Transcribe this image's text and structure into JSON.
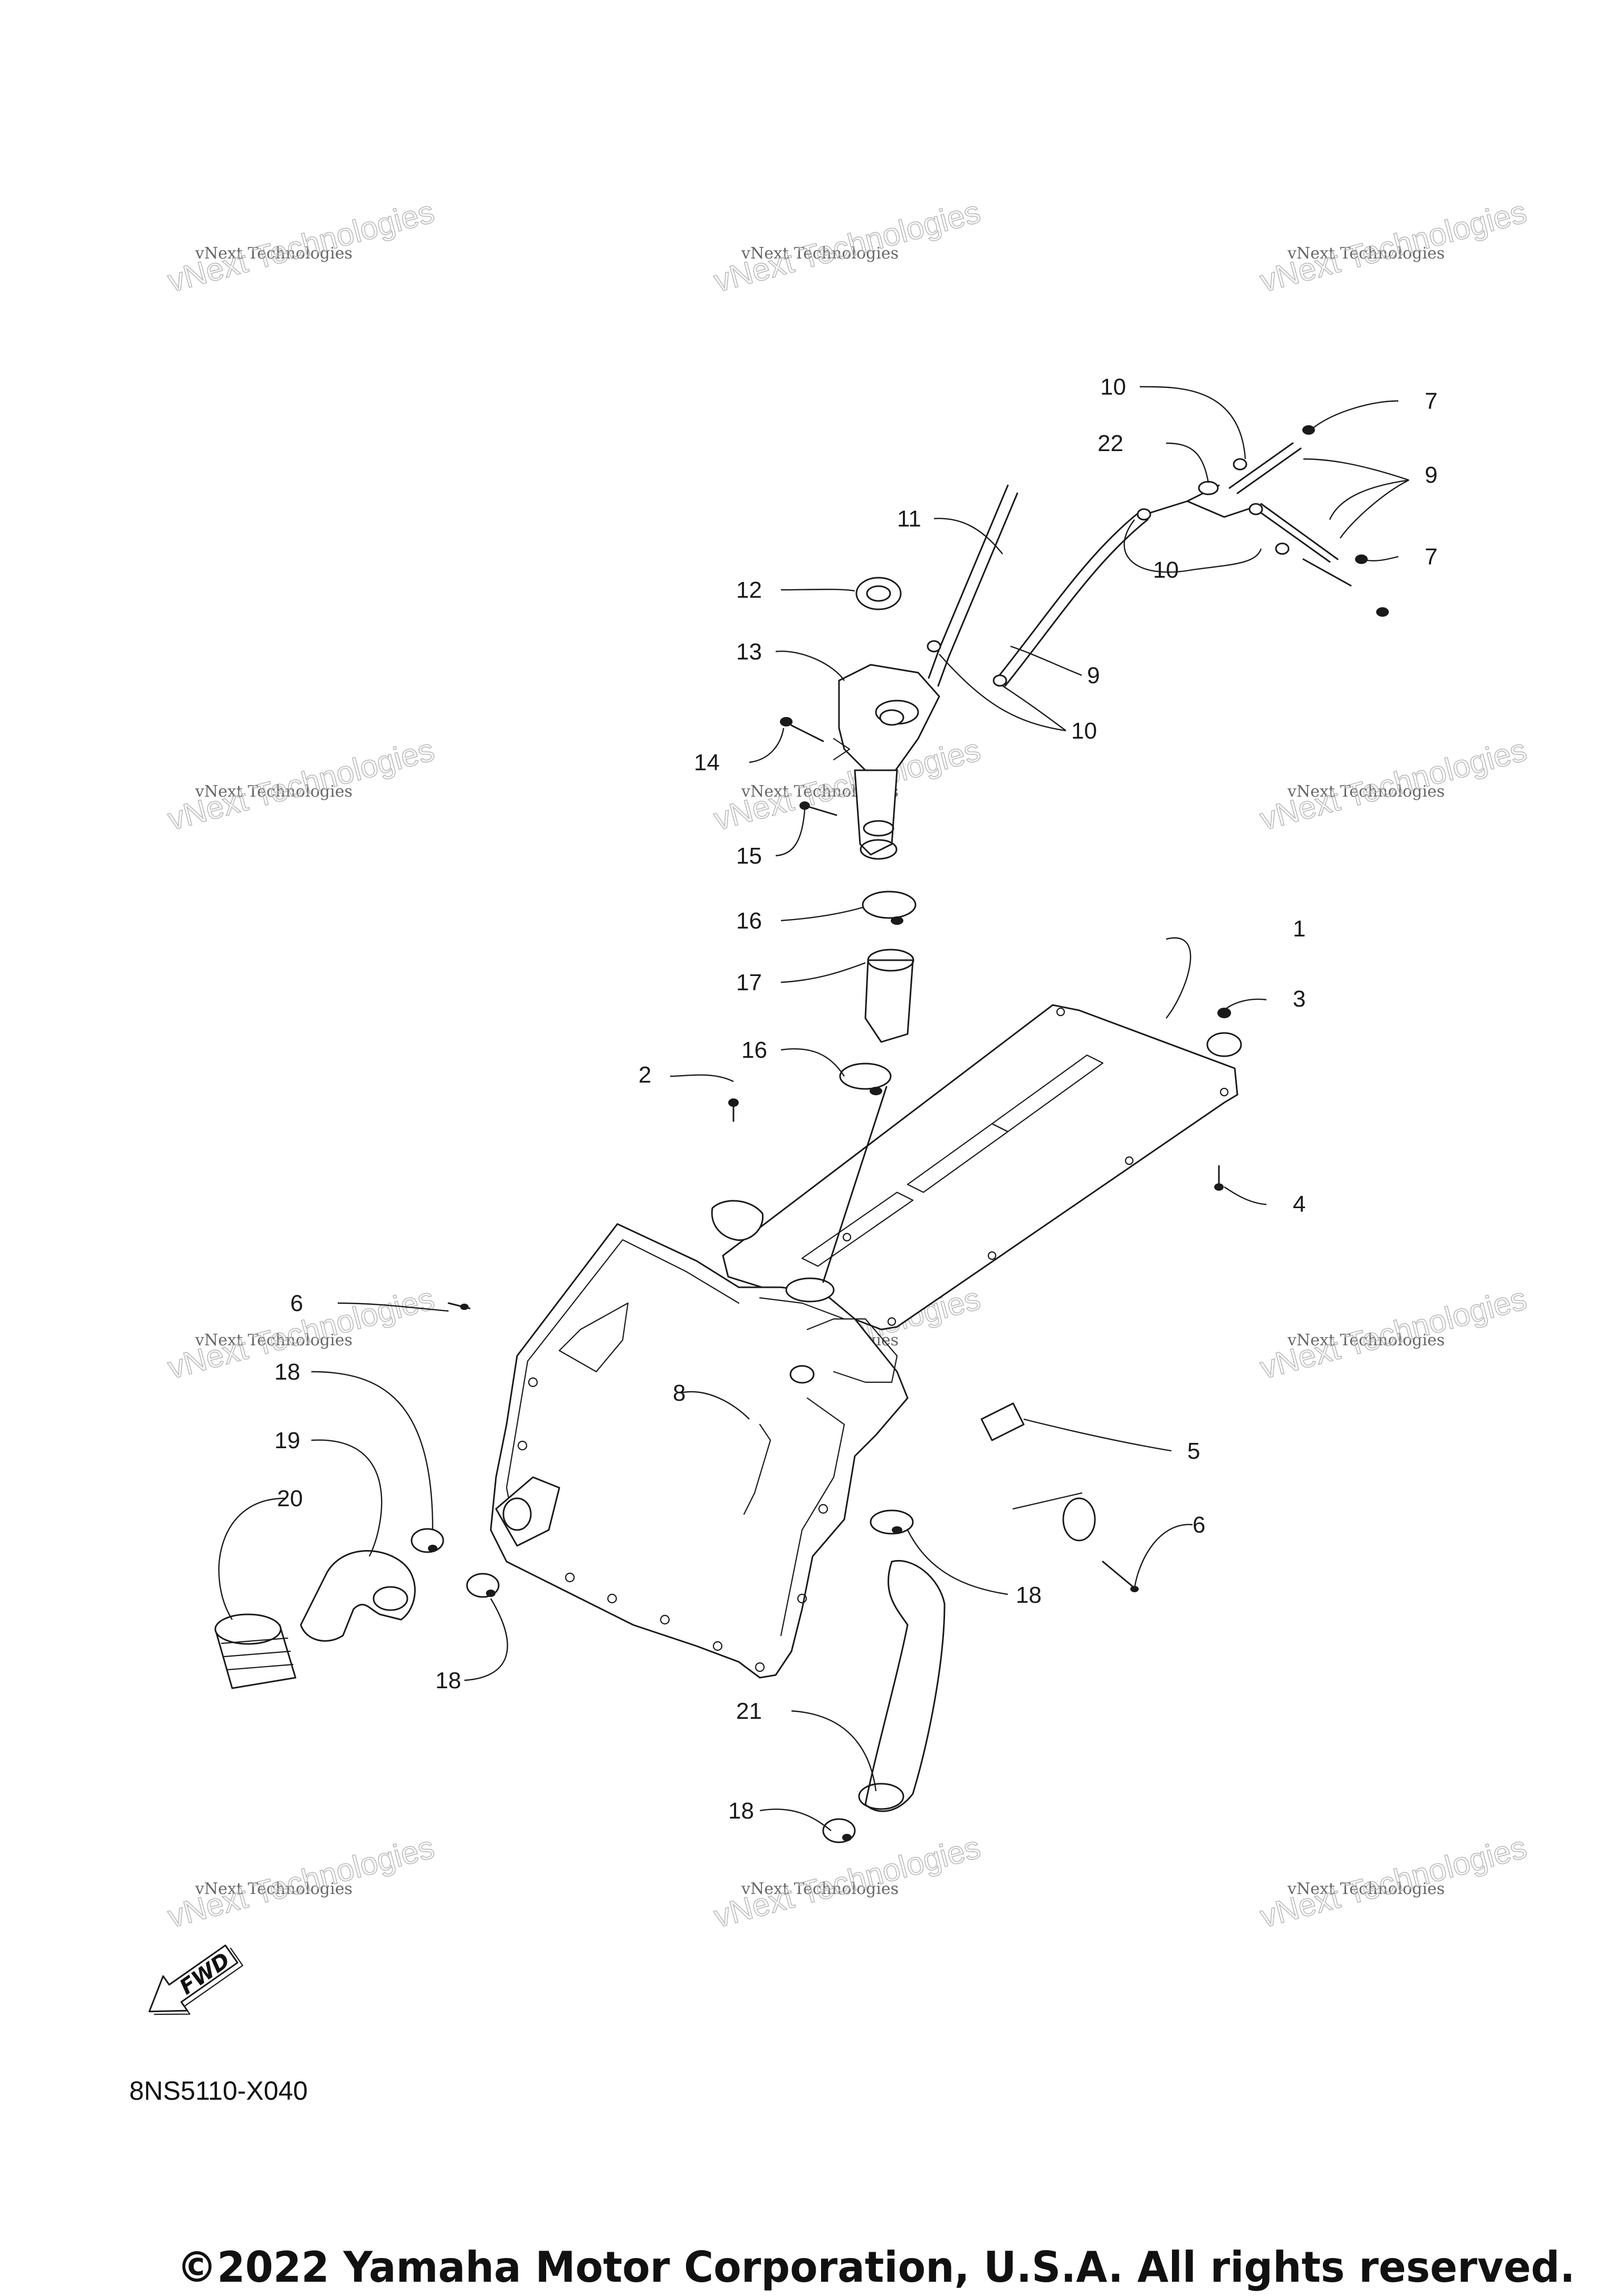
{
  "diagram": {
    "part_labels": [
      "1",
      "2",
      "3",
      "4",
      "5",
      "6",
      "6",
      "7",
      "7",
      "8",
      "9",
      "9",
      "10",
      "10",
      "10",
      "11",
      "12",
      "13",
      "14",
      "15",
      "16",
      "16",
      "17",
      "18",
      "18",
      "18",
      "18",
      "19",
      "20",
      "21",
      "22"
    ],
    "watermark": {
      "line1": "vNext Technologies",
      "line2": "vNext Technologies"
    },
    "drawing_code": "8NS5110-X040",
    "fwd_label": "FWD",
    "copyright": "©2022 Yamaha Motor Corporation, U.S.A. All rights reserved."
  }
}
